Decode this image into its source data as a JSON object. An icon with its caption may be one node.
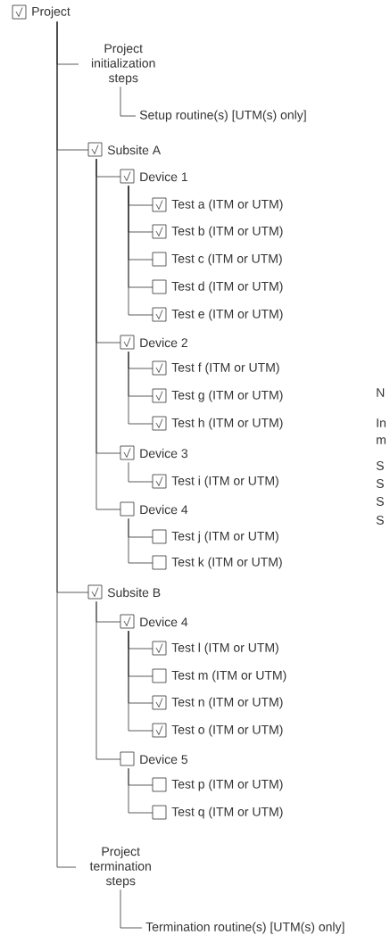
{
  "diagram": {
    "nodes": [
      {
        "text": [
          "Project"
        ]
      },
      {
        "text": [
          "Project initialization steps"
        ]
      },
      {
        "text": [
          "Setup routine(s) [UTM(s) only]"
        ]
      },
      {
        "text": [
          "Subsite A"
        ]
      },
      {
        "text": [
          "Device 1"
        ]
      },
      {
        "text": [
          "Test a (ITM or UTM)"
        ]
      },
      {
        "text": [
          "Test b (ITM or UTM)"
        ]
      },
      {
        "text": [
          "Test c (ITM or UTM)"
        ]
      },
      {
        "text": [
          "Test d (ITM or UTM)"
        ]
      },
      {
        "text": [
          "Test e (ITM or UTM)"
        ]
      },
      {
        "text": [
          "Device 2"
        ]
      },
      {
        "text": [
          "Test f (ITM or UTM)"
        ]
      },
      {
        "text": [
          "Test g (ITM or UTM)"
        ]
      },
      {
        "text": [
          "Test h (ITM or UTM)"
        ]
      },
      {
        "text": [
          "Device 3"
        ]
      },
      {
        "text": [
          "Test i (ITM or UTM)"
        ]
      },
      {
        "text": [
          "Device 4"
        ]
      },
      {
        "text": [
          "Test j (ITM or UTM)"
        ]
      },
      {
        "text": [
          "Test k (ITM or UTM)"
        ]
      },
      {
        "text": [
          "Subsite B"
        ]
      },
      {
        "text": [
          "Device 4"
        ]
      },
      {
        "text": [
          "Test l (ITM or UTM)"
        ]
      },
      {
        "text": [
          "Test m (ITM or UTM)"
        ]
      },
      {
        "text": [
          "Test n (ITM or UTM)"
        ]
      },
      {
        "text": [
          "Test o (ITM or UTM)"
        ]
      },
      {
        "text": [
          "Device 5"
        ]
      },
      {
        "text": [
          "Test p (ITM or UTM)"
        ]
      },
      {
        "text": [
          "Test q (ITM or UTM)"
        ]
      },
      {
        "text": [
          "Project termination steps"
        ]
      },
      {
        "text": [
          "Termination routine(s) [UTM(s) only]"
        ]
      }
    ],
    "edges": [
      {
        "from": 0,
        "to": 1,
        "arrow": "none"
      },
      {
        "from": 1,
        "to": 2,
        "arrow": "none"
      },
      {
        "from": 0,
        "to": 3,
        "arrow": "none"
      },
      {
        "from": 3,
        "to": 4,
        "arrow": "none"
      },
      {
        "from": 4,
        "to": 5,
        "arrow": "none"
      },
      {
        "from": 4,
        "to": 6,
        "arrow": "none"
      },
      {
        "from": 4,
        "to": 7,
        "arrow": "none"
      },
      {
        "from": 4,
        "to": 8,
        "arrow": "none"
      },
      {
        "from": 4,
        "to": 9,
        "arrow": "none"
      },
      {
        "from": 3,
        "to": 10,
        "arrow": "none"
      },
      {
        "from": 10,
        "to": 11,
        "arrow": "none"
      },
      {
        "from": 10,
        "to": 12,
        "arrow": "none"
      },
      {
        "from": 10,
        "to": 13,
        "arrow": "none"
      },
      {
        "from": 3,
        "to": 14,
        "arrow": "none"
      },
      {
        "from": 14,
        "to": 15,
        "arrow": "none"
      },
      {
        "from": 3,
        "to": 16,
        "arrow": "none"
      },
      {
        "from": 16,
        "to": 17,
        "arrow": "none"
      },
      {
        "from": 16,
        "to": 18,
        "arrow": "none"
      },
      {
        "from": 0,
        "to": 19,
        "arrow": "none"
      },
      {
        "from": 19,
        "to": 20,
        "arrow": "none"
      },
      {
        "from": 20,
        "to": 21,
        "arrow": "none"
      },
      {
        "from": 20,
        "to": 22,
        "arrow": "none"
      },
      {
        "from": 20,
        "to": 23,
        "arrow": "none"
      },
      {
        "from": 20,
        "to": 24,
        "arrow": "none"
      },
      {
        "from": 19,
        "to": 25,
        "arrow": "none"
      },
      {
        "from": 25,
        "to": 26,
        "arrow": "none"
      },
      {
        "from": 25,
        "to": 27,
        "arrow": "none"
      },
      {
        "from": 0,
        "to": 28,
        "arrow": "none"
      },
      {
        "from": 28,
        "to": 29,
        "arrow": "none"
      }
    ],
    "labels": [
      "N",
      "In",
      "m",
      "S",
      "S",
      "S",
      "S"
    ]
  }
}
